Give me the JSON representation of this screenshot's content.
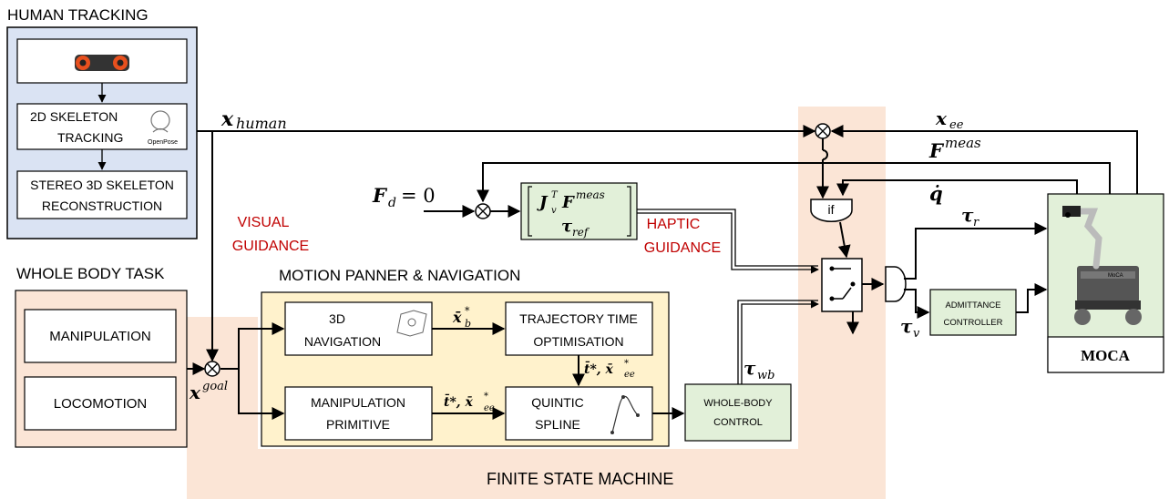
{
  "sections": {
    "human_tracking": "HUMAN TRACKING",
    "whole_body_task": "WHOLE BODY TASK",
    "motion_planner": "MOTION PANNER & NAVIGATION",
    "finite_state_machine": "FINITE STATE MACHINE"
  },
  "blocks": {
    "skeleton_2d_line1": "2D SKELETON",
    "skeleton_2d_line2": "TRACKING",
    "openpose": "OpenPose",
    "stereo_line1": "STEREO 3D SKELETON",
    "stereo_line2": "RECONSTRUCTION",
    "manipulation": "MANIPULATION",
    "locomotion": "LOCOMOTION",
    "nav_line1": "3D",
    "nav_line2": "NAVIGATION",
    "traj_line1": "TRAJECTORY TIME",
    "traj_line2": "OPTIMISATION",
    "prim_line1": "MANIPULATION",
    "prim_line2": "PRIMITIVE",
    "quintic_line1": "QUINTIC",
    "quintic_line2": "SPLINE",
    "wbc_line1": "WHOLE-BODY",
    "wbc_line2": "CONTROL",
    "adm_line1": "ADMITTANCE",
    "adm_line2": "CONTROLLER",
    "if_label": "if",
    "robot_label": "MOCA",
    "robot_badge": "MoCA"
  },
  "guidance": {
    "visual_line1": "VISUAL",
    "visual_line2": "GUIDANCE",
    "haptic_line1": "HAPTIC",
    "haptic_line2": "GUIDANCE"
  },
  "signals": {
    "x_human": "x",
    "x_human_sub": "human",
    "x_goal": "x",
    "x_goal_sup": "goal",
    "x_ee": "x",
    "x_ee_sub": "ee",
    "f_meas": "F",
    "f_meas_sup": "meas",
    "f_d": "F",
    "f_d_sub": "d",
    "f_d_eq": "= 0",
    "q_dot": "q̇",
    "tau_r": "τ",
    "tau_r_sub": "r",
    "tau_v": "τ",
    "tau_v_sub": "v",
    "tau_wb": "τ",
    "tau_wb_sub": "wb",
    "xb": "x̄",
    "xb_sub": "b",
    "xb_sup": "*",
    "t_xee_1": "t̄*, x̄",
    "t_xee_1_sub": "ee",
    "t_xee_1_sup": "*",
    "t_xee_2": "t̄*, x̄",
    "t_xee_2_sub": "ee",
    "t_xee_2_sup": "*",
    "jac_row1_a": "J",
    "jac_row1_sub": "v",
    "jac_row1_sup": "T",
    "jac_row1_b": "F",
    "jac_row1_b_sup": "meas",
    "jac_row2": "τ",
    "jac_row2_sub": "ref"
  },
  "colors": {
    "human_tracking_fill": "#dae3f3",
    "task_fill": "#fbe5d6",
    "fsm_fill": "#fbe5d6",
    "planner_fill": "#fff2cc",
    "green_fill": "#e2f0d9",
    "guidance_text": "#c00000"
  }
}
